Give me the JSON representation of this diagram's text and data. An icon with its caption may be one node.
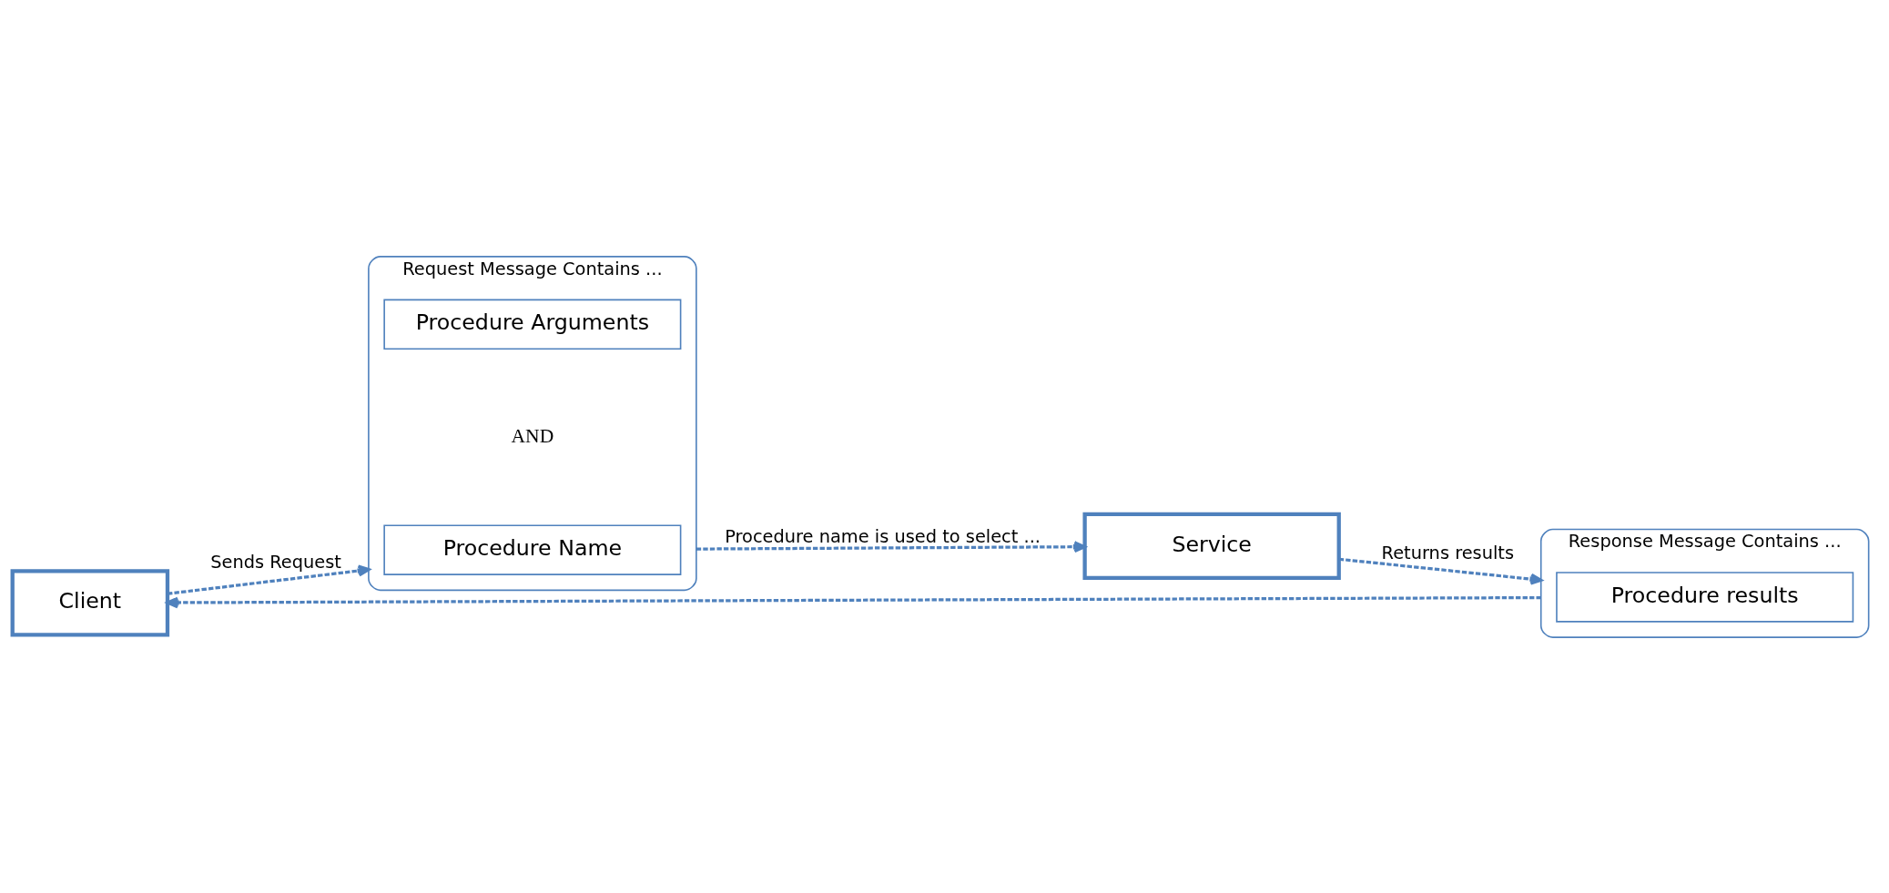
{
  "diagram": {
    "nodes": [
      {
        "text": [
          "Client"
        ]
      },
      {
        "text": [
          "Request Message Contains ..."
        ]
      },
      {
        "text": [
          "Procedure Name"
        ],
        "in": 1
      },
      {
        "text": [
          "Procedure Arguments"
        ],
        "in": 1
      },
      {
        "text": [
          "Service"
        ]
      },
      {
        "text": [
          "Response Message Contains ..."
        ]
      },
      {
        "text": [
          "Procedure results"
        ],
        "in": 5
      }
    ],
    "edges": [
      {
        "from": 0,
        "to": 1,
        "arrow": "to",
        "style": "dashed",
        "label": "Sends Request"
      },
      {
        "from": 1,
        "to": 4,
        "arrow": "to",
        "style": "dashed",
        "label": "Procedure name is used to select ..."
      },
      {
        "from": 4,
        "to": 5,
        "arrow": "to",
        "style": "dashed",
        "label": "Returns results"
      },
      {
        "from": 5,
        "to": 0,
        "arrow": "to",
        "style": "dashed"
      }
    ],
    "labels": [
      "AND"
    ]
  }
}
